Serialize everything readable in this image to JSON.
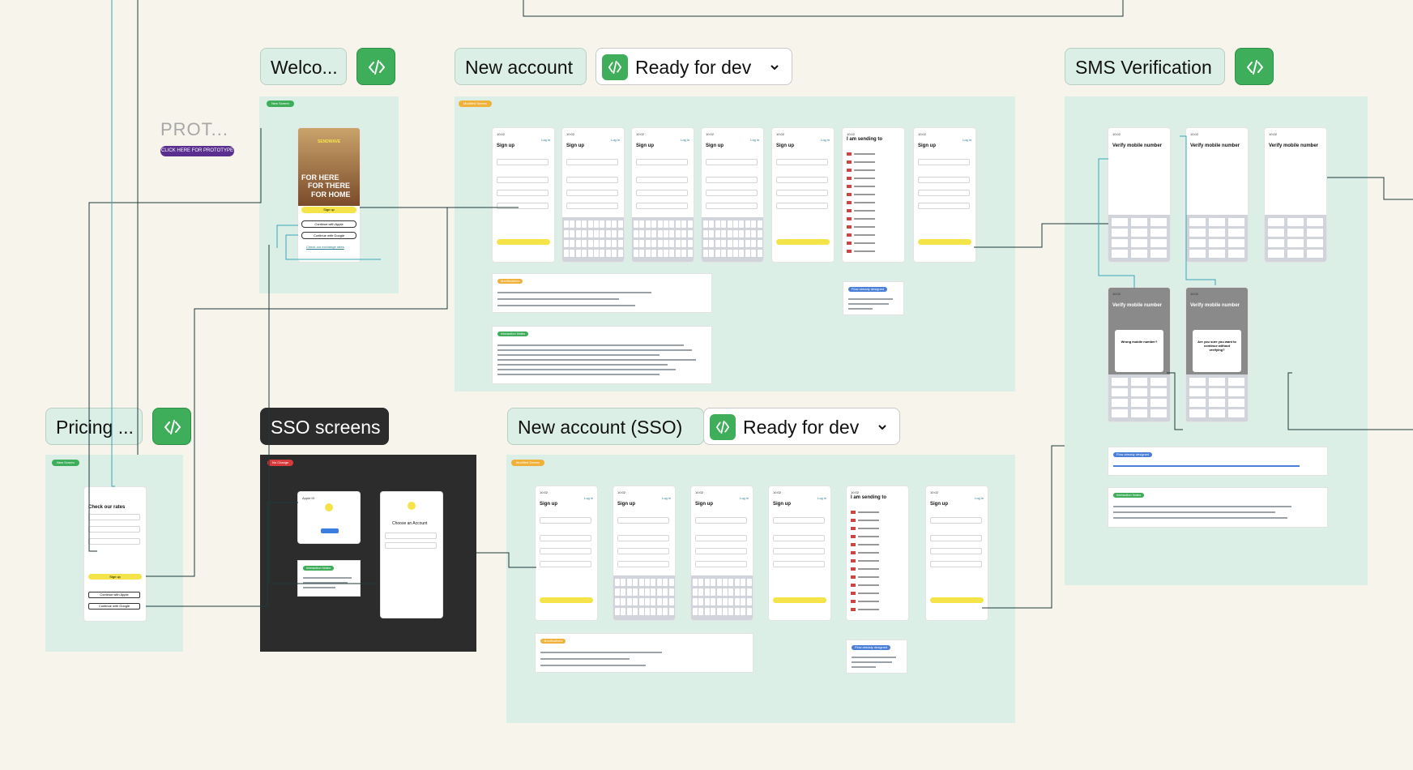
{
  "sections": {
    "welcome": {
      "title": "Welco...",
      "status_pill": "New Screen"
    },
    "new_account": {
      "title": "New account",
      "ready_label": "Ready for dev",
      "status_pill": "Modified Screen"
    },
    "sms": {
      "title": "SMS Verification"
    },
    "pricing": {
      "title": "Pricing ...",
      "status_pill": "New Screen"
    },
    "sso": {
      "title": "SSO screens",
      "status_pill": "No Change"
    },
    "new_account_sso": {
      "title": "New account (SSO)",
      "ready_label": "Ready for dev",
      "status_pill": "Modified Screen"
    }
  },
  "prototype": {
    "title": "PROT...",
    "button": "CLICK HERE FOR PROTOTYPE"
  },
  "welcome_screen": {
    "brand": "SENDWAVE",
    "lines": [
      "FOR HERE",
      "FOR THERE",
      "FOR HOME"
    ],
    "signup": "Sign up",
    "apple": "Continue with Apple",
    "google": "Continue with Google",
    "check_rates": "Check our exchange rates"
  },
  "pricing_screen": {
    "title": "Check our rates",
    "signup": "Sign up",
    "apple": "Continue with Apple",
    "google": "Continue with Google"
  },
  "signup_screens": {
    "title": "Sign up",
    "login": "Log in",
    "time": "10:02",
    "country_title": "I am sending to",
    "verify_title": "Verify mobile number",
    "wrong_number": "Wrong mobile number?",
    "are_you_sure": "Are you sure you want to continue without verifying?"
  },
  "sso_screens": {
    "apple_id": "Apple ID",
    "choose_account": "Choose an Account",
    "interaction_note": "Interaction Notes"
  },
  "notes": {
    "modifications": "Modifications",
    "interaction": "Interaction Notes",
    "flow": "Flow already designed"
  },
  "colors": {
    "section_bg": "#dcefe6",
    "dark_bg": "#2c2c2c",
    "accent_green": "#3fae5b",
    "yellow": "#f4e44a",
    "purple": "#5a2f8f",
    "wire": "#1d3a3a",
    "wire_teal": "#3aa5b5"
  }
}
